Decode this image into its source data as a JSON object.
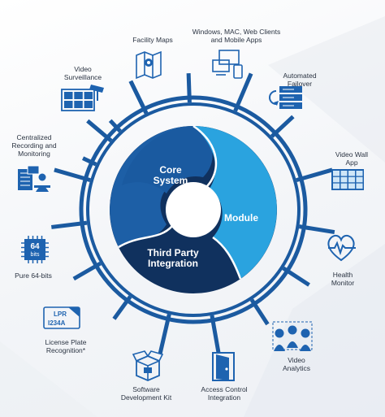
{
  "colors": {
    "dark_navy": "#10315e",
    "mid_blue": "#1d5fa6",
    "light_blue": "#2aa3df",
    "spoke": "#1b5aa0",
    "icon": "#1e63b0"
  },
  "core": {
    "core_system": "Core\nSystem",
    "module": "Module",
    "third_party": "Third Party\nIntegration"
  },
  "features": [
    {
      "label": "Facility Maps",
      "icon": "map-icon"
    },
    {
      "label": "Windows, MAC, Web Clients\nand Mobile Apps",
      "icon": "devices-icon"
    },
    {
      "label": "Automated\nFailover",
      "icon": "server-failover-icon"
    },
    {
      "label": "Video Wall\nApp",
      "icon": "video-wall-icon"
    },
    {
      "label": "Health\nMonitor",
      "icon": "heart-pulse-icon"
    },
    {
      "label": "Video\nAnalytics",
      "icon": "people-analytics-icon"
    },
    {
      "label": "Access Control\nIntegration",
      "icon": "door-icon"
    },
    {
      "label": "Software\nDevelopment Kit",
      "icon": "sdk-box-icon"
    },
    {
      "label": "License Plate\nRecognition*",
      "icon": "license-plate-icon"
    },
    {
      "label": "Pure 64-bits",
      "icon": "chip-64-icon"
    },
    {
      "label": "Centralized\nRecording and\nMonitoring",
      "icon": "recording-monitoring-icon"
    },
    {
      "label": "Video\nSurveillance",
      "icon": "video-surveillance-icon"
    }
  ],
  "icon_texts": {
    "lpr_top": "LPR",
    "lpr_bottom": "I234A",
    "chip_top": "64",
    "chip_bottom": "bits"
  }
}
